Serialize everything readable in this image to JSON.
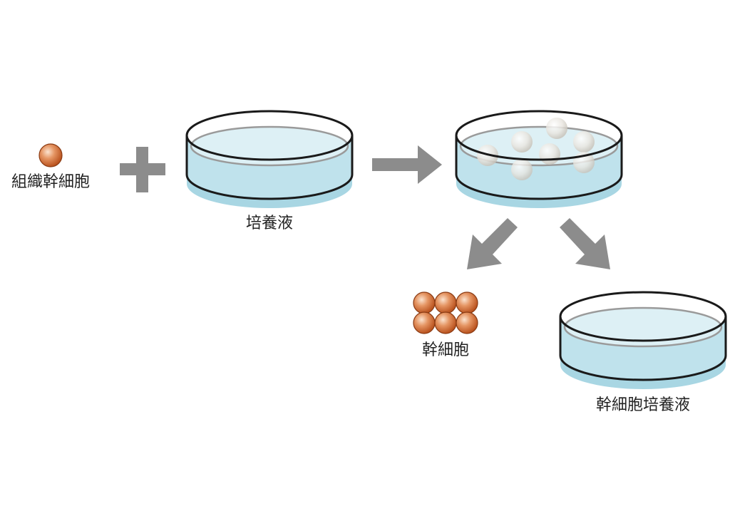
{
  "labels": {
    "tissue_stem_cell": "組織幹細胞",
    "culture_medium": "培養液",
    "stem_cell": "幹細胞",
    "stem_cell_culture_medium": "幹細胞培養液"
  },
  "colors": {
    "stem_cell": "#d9743f",
    "suspended_cell": "#e4e0d8",
    "medium_liquid": "#bfe2ec",
    "medium_surface": "#ddf0f5",
    "arrow": "#8c8c8c",
    "dish_outline": "#1a1a1a"
  },
  "icons": {
    "plus": "plus-icon",
    "arrow_right": "arrow-right-icon",
    "arrow_down_left": "arrow-down-left-icon",
    "arrow_down_right": "arrow-down-right-icon"
  }
}
